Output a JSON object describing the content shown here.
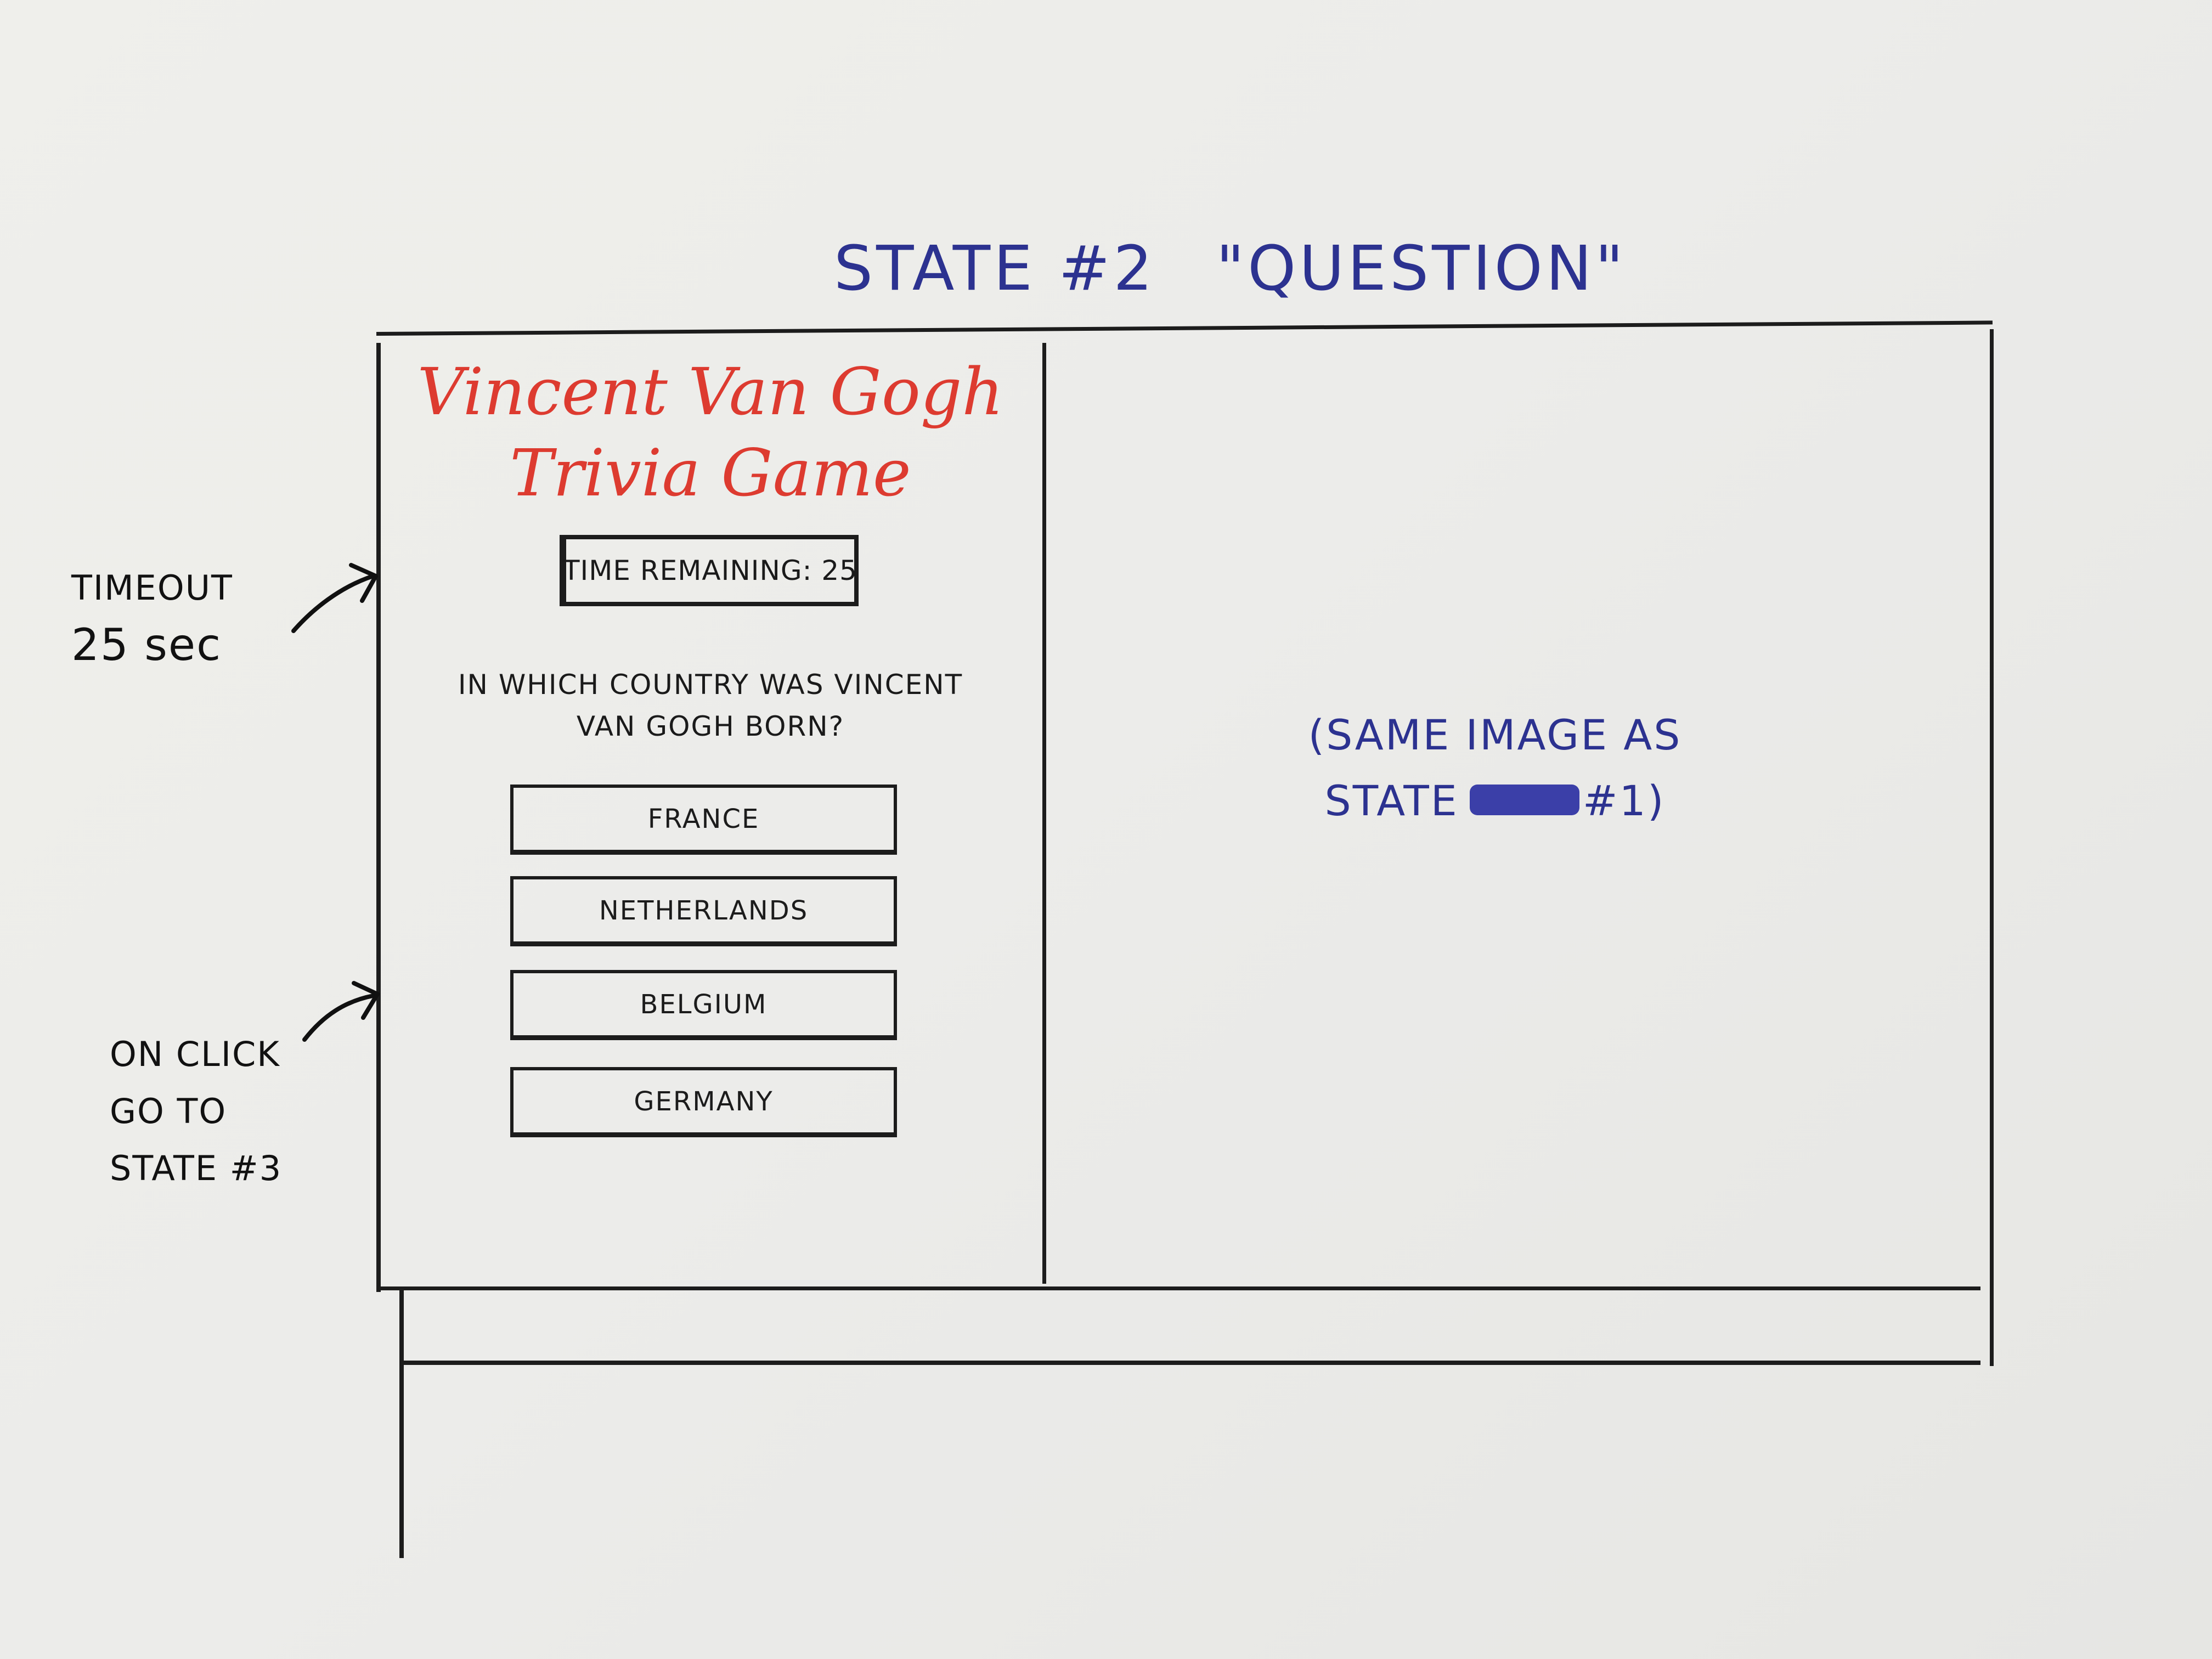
{
  "heading": {
    "state_label": "STATE #2",
    "state_name": "\"QUESTION\""
  },
  "app": {
    "title_line1": "Vincent Van Gogh",
    "title_line2": "Trivia Game",
    "timer_text": "TIME REMAINING: 25",
    "question_line1": "IN WHICH COUNTRY WAS VINCENT",
    "question_line2": "VAN GOGH BORN?",
    "answers": [
      "FRANCE",
      "NETHERLANDS",
      "BELGIUM",
      "GERMANY"
    ]
  },
  "right_panel": {
    "note_line1": "(SAME IMAGE AS",
    "note_line2_start": "STATE",
    "note_line2_end": "#1)"
  },
  "annotations": {
    "timeout_line1": "TIMEOUT",
    "timeout_line2": "25 sec",
    "click_line1": "ON CLICK",
    "click_line2": "GO TO",
    "click_line3": "STATE #3"
  },
  "colors": {
    "title_red": "#dd3b30",
    "ink_blue": "#2c3290",
    "ink_black": "#1c1c1c",
    "paper": "#ececea"
  }
}
